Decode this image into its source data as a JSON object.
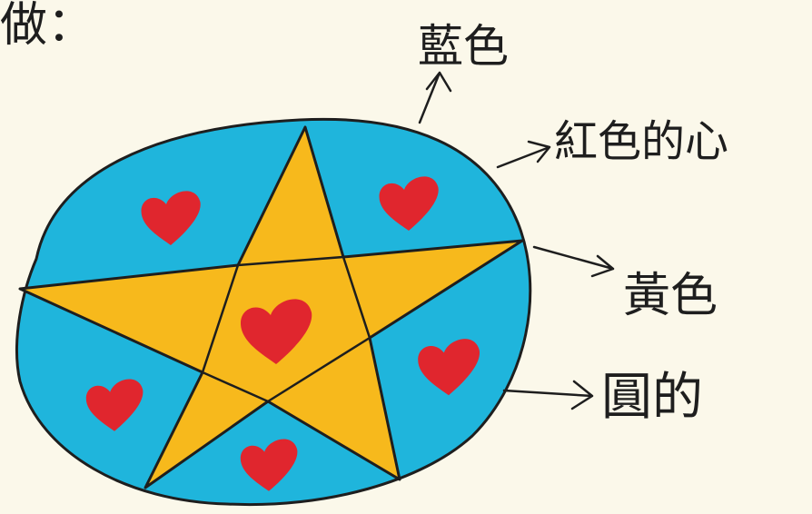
{
  "heading": "做：",
  "labels": {
    "background_color": "藍色",
    "hearts": "紅色的心",
    "star_color": "黃色",
    "shape": "圓的"
  },
  "colors": {
    "paper": "#fbf8ea",
    "circle_fill": "#1fb5dc",
    "star_fill": "#f7b91c",
    "heart_fill": "#e0262e",
    "ink": "#1e1e1e"
  },
  "icons": {
    "heart": "heart-icon",
    "star": "star-icon"
  }
}
